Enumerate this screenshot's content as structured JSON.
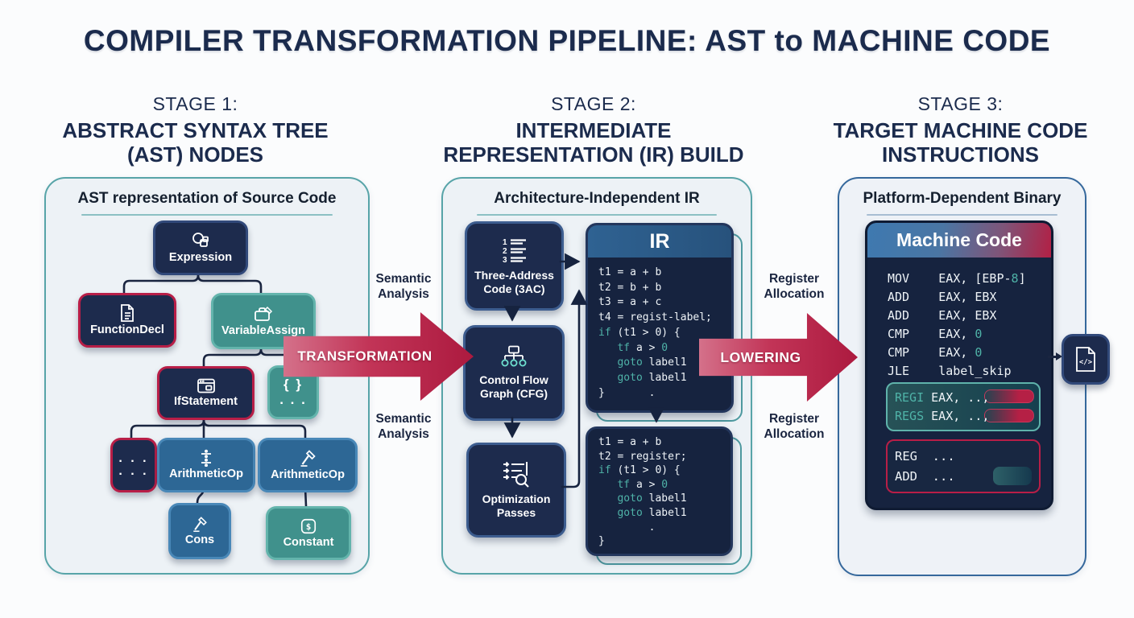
{
  "title": "COMPILER TRANSFORMATION PIPELINE: AST to MACHINE CODE",
  "colors": {
    "navy": "#1D2B4D",
    "teal_accent": "#4FB3A8",
    "crimson": "#B52045",
    "steel_blue": "#2D6795",
    "teal_node": "#40918C",
    "panel_teal_border": "#57A4A8",
    "panel_blue_border": "#35689C"
  },
  "stage1": {
    "label": "STAGE 1:",
    "name": "ABSTRACT SYNTAX TREE (AST) NODES",
    "panel_title": "AST representation of Source Code",
    "nodes": {
      "expression": "Expression",
      "function_decl": "FunctionDecl",
      "variable_assign": "VariableAssign",
      "if_statement": "IfStatement",
      "block_braces": "{ }\n. . .",
      "ellipsis_dots": ". . .\n. . .",
      "arithmetic_op_left": "ArithmeticOp",
      "arithmetic_op_right": "ArithmeticOp",
      "cons": "Cons",
      "constant": "Constant"
    }
  },
  "stage2": {
    "label": "STAGE 2:",
    "name": "INTERMEDIATE REPRESENTATION (IR) BUILD",
    "panel_title": "Architecture-Independent IR",
    "boxes": {
      "tac": "Three-Address Code (3AC)",
      "cfg": "Control Flow Graph (CFG)",
      "opt": "Optimization Passes"
    },
    "ir_header": "IR",
    "ir_code_top": [
      [
        {
          "t": "t1 = a + b",
          "c": "w"
        }
      ],
      [
        {
          "t": "t2 = b + b",
          "c": "w"
        }
      ],
      [
        {
          "t": "t3 = a + c",
          "c": "w"
        }
      ],
      [
        {
          "t": "t4 = regist-label;",
          "c": "w"
        }
      ],
      [
        {
          "t": "if",
          "c": "k"
        },
        {
          "t": " (t1 > 0) {",
          "c": "w"
        }
      ],
      [
        {
          "t": "   ",
          "c": "w"
        },
        {
          "t": "tf",
          "c": "k"
        },
        {
          "t": " a > ",
          "c": "w"
        },
        {
          "t": "0",
          "c": "k"
        }
      ],
      [
        {
          "t": "   ",
          "c": "w"
        },
        {
          "t": "goto",
          "c": "k"
        },
        {
          "t": " label1",
          "c": "w"
        }
      ],
      [
        {
          "t": "   ",
          "c": "w"
        },
        {
          "t": "goto",
          "c": "k"
        },
        {
          "t": " label1",
          "c": "w"
        }
      ],
      [
        {
          "t": "}       .",
          "c": "w"
        }
      ]
    ],
    "ir_code_bottom": [
      [
        {
          "t": "t1 = a + b",
          "c": "w"
        }
      ],
      [
        {
          "t": "t2 = register;",
          "c": "w"
        }
      ],
      [
        {
          "t": "if",
          "c": "k"
        },
        {
          "t": " (t1 > 0) {",
          "c": "w"
        }
      ],
      [
        {
          "t": "   ",
          "c": "w"
        },
        {
          "t": "tf",
          "c": "k"
        },
        {
          "t": " a > ",
          "c": "w"
        },
        {
          "t": "0",
          "c": "k"
        }
      ],
      [
        {
          "t": "   ",
          "c": "w"
        },
        {
          "t": "goto",
          "c": "k"
        },
        {
          "t": " label1",
          "c": "w"
        }
      ],
      [
        {
          "t": "   ",
          "c": "w"
        },
        {
          "t": "goto",
          "c": "k"
        },
        {
          "t": " label1",
          "c": "w"
        }
      ],
      [
        {
          "t": "        .",
          "c": "w"
        }
      ],
      [
        {
          "t": "}",
          "c": "w"
        }
      ]
    ]
  },
  "stage3": {
    "label": "STAGE 3:",
    "name": "TARGET MACHINE CODE INSTRUCTIONS",
    "panel_title": "Platform-Dependent Binary",
    "machine_header": "Machine Code",
    "asm": [
      [
        {
          "t": "MOV    EAX, [EBP-",
          "c": "w"
        },
        {
          "t": "8",
          "c": "k"
        },
        {
          "t": "]",
          "c": "w"
        }
      ],
      [
        {
          "t": "ADD    EAX, EBX",
          "c": "w"
        }
      ],
      [
        {
          "t": "ADD    EAX, EBX",
          "c": "w"
        }
      ],
      [
        {
          "t": "CMP    EAX, ",
          "c": "w"
        },
        {
          "t": "0",
          "c": "k"
        }
      ],
      [
        {
          "t": "CMP    EAX, ",
          "c": "w"
        },
        {
          "t": "0",
          "c": "k"
        }
      ],
      [
        {
          "t": "JLE    label_skip",
          "c": "w"
        }
      ]
    ],
    "register_box": [
      [
        {
          "t": "REGI",
          "c": "k"
        },
        {
          "t": " EAX, ..,",
          "c": "w"
        }
      ],
      [
        {
          "t": "REGS",
          "c": "k"
        },
        {
          "t": " EAX, ..,",
          "c": "w"
        }
      ]
    ],
    "stub_box": [
      [
        {
          "t": "REG  ...",
          "c": "w"
        }
      ],
      [
        {
          "t": "ADD  ...",
          "c": "w"
        }
      ]
    ]
  },
  "connectors": {
    "transformation": "TRANSFORMATION",
    "lowering": "LOWERING",
    "semantic_analysis": "Semantic\nAnalysis",
    "register_allocation": "Register\nAllocation"
  }
}
